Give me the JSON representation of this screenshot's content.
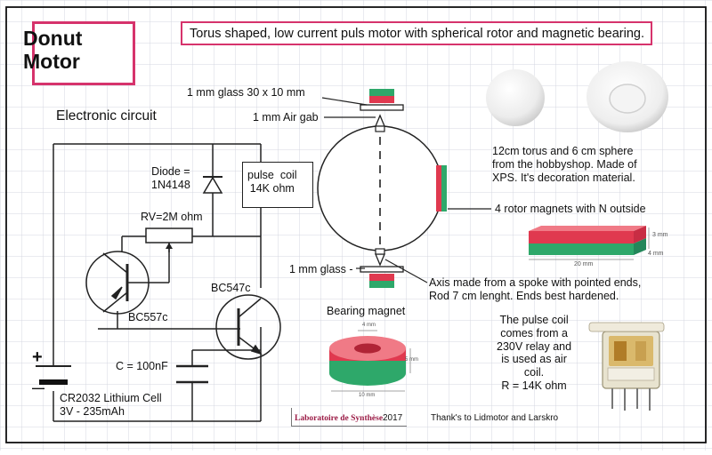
{
  "title": "Donut\nMotor",
  "headline": "Torus shaped, low current puls motor with spherical rotor and magnetic bearing.",
  "circuit": {
    "heading": "Electronic circuit",
    "diode": "Diode =\n1N4148",
    "pulse_coil": "pulse  coil\n14K ohm",
    "rv": "RV=2M ohm",
    "bc557": "BC557c",
    "bc547": "BC547c",
    "capacitor": "C = 100nF",
    "battery_plus": "+",
    "battery_minus": "—",
    "battery": "CR2032 Lithium Cell\n3V - 235mAh"
  },
  "motor": {
    "glass_top": "1 mm glass 30 x 10 mm",
    "air_gap": "1 mm Air gab",
    "glass_bottom": "1 mm glass -",
    "rotor_magnets": "4 rotor magnets with N outside",
    "axis": "Axis made from a spoke with pointed ends,\nRod 7 cm lenght. Ends best hardened.",
    "bearing_magnet": "Bearing magnet"
  },
  "materials": {
    "description": "12cm torus and 6 cm sphere\nfrom the hobbyshop. Made of\nXPS. It's decoration material."
  },
  "bar_magnet": {
    "height": "3 mm",
    "width": "4 mm",
    "length": "20 mm"
  },
  "ring_magnet": {
    "inner": "4 mm",
    "height": "5 mm",
    "outer": "10 mm"
  },
  "relay": {
    "note": "The pulse coil\ncomes from a\n230V relay and\nis used as air\ncoil.\nR = 14K ohm"
  },
  "footer": {
    "lab": "Laboratoire de Synthèse",
    "year": "2017",
    "thanks": "Thank's to Lidmotor and Larskro"
  },
  "colors": {
    "accent_pink": "#d6336c",
    "magnet_red": "#e0394f",
    "magnet_green": "#2ea86a",
    "grid": "#d4d7e0"
  }
}
